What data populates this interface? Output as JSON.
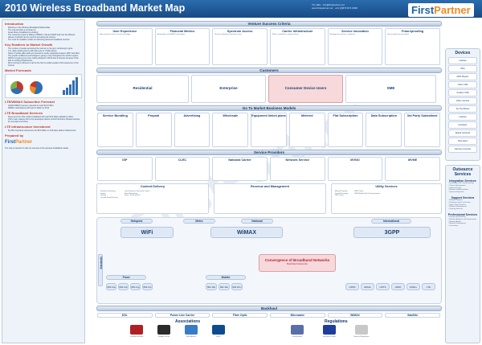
{
  "header": {
    "title": "2010 Wireless Broadband Market Map",
    "contact_name": "Tim Ellis",
    "contact_email": "info@firstpartner.net",
    "contact_web": "www.firstpartner.net",
    "contact_phone": "+44 (0)870 874 0938",
    "logo_first": "First",
    "logo_partner": "Partner"
  },
  "left_panel": {
    "sections": [
      {
        "title": "Introduction",
        "lines": [
          "Welcome to the Wireless Broadband Market Map",
          "The map provides a summary of:",
          "Areas where broadband is evolving",
          "The component parts of different WiMAX, LTE and 3GPP and how the different delivery methods can be used for accessing the internet",
          "The need for scalable models for delivering wireless broadband services"
        ]
      },
      {
        "title": "Key Enablers to Market Growth",
        "lines": [
          "The number of people accessing the internet on the go is continuing to grow",
          "U.S. data market grew by 40% last year to 7 billion Euros",
          "Sales of mobile data cards are forecast to nearly quadruple between 2007 and 2011",
          "The growth of different technologies is going to vary throughout the world's regions",
          "Whilst it is going to be more widely adopted in Africa than in Europe because of the lack of existing infrastructure",
          "Wi-Fi coming to Africa as it will be the first to enable people's first experience of the internet"
        ]
      },
      {
        "title": "Market Forecasts",
        "lines": []
      },
      {
        "title": "LTE/WiMAX Subscriber Forecast",
        "lines": [
          "Global WiMAX revenue expected to reach $1.6 billion",
          "WiMAX subscriptions will reach 2 billion by 2014"
        ]
      },
      {
        "title": "LTE Broadband Services",
        "lines": [
          "Revenues from LTE mobile broadband will reach $70 billion globally by 2014",
          "LTE's main markets will be the developed nations of North America, Western Europe, the Far East and China"
        ]
      },
      {
        "title": "LTE Infrastructure Investment",
        "lines": [
          "By 2012 operators will spend over $8.6 billion on LTE base station infrastructure"
        ]
      }
    ],
    "prepared_by": "Prepared by",
    "disclaimer": "The map is intended to offer an overview of the wireless broadband market."
  },
  "centre": {
    "venture_title": "Venture Success Criteria",
    "venture_cards": [
      {
        "title": "User Experience",
        "body": "How customers want to use the technology"
      },
      {
        "title": "Financial Metrics",
        "body": "Assumptions about ARPU and margins"
      },
      {
        "title": "Spectrum Access",
        "body": "Spectrum allocation and licence costs"
      },
      {
        "title": "Carrier Infrastructure",
        "body": "What is needed for a network roll-out"
      },
      {
        "title": "Service Innovation",
        "body": "Bringing new services to customers"
      },
      {
        "title": "Futureproofing",
        "body": "How to protect the investment"
      }
    ],
    "customers_title": "Customers",
    "customer_cards": [
      {
        "title": "Residential"
      },
      {
        "title": "Enterprise"
      },
      {
        "title": "Consumer Device Users"
      },
      {
        "title": "SME"
      }
    ],
    "gtm_title": "Go To Market Business Models",
    "gtm_cards": [
      {
        "title": "Service Bundling"
      },
      {
        "title": "Prepaid"
      },
      {
        "title": "Advertising"
      },
      {
        "title": "Wholesale"
      },
      {
        "title": "Equipment linked plans"
      },
      {
        "title": "Metered"
      },
      {
        "title": "Flat Subscription"
      },
      {
        "title": "Data Subscription"
      },
      {
        "title": "3rd Party Subsidised"
      }
    ],
    "sp_title": "Service Providers",
    "sp_cards": [
      {
        "title": "ISP"
      },
      {
        "title": "CLEC"
      },
      {
        "title": "National Carrier"
      },
      {
        "title": "Network Service"
      },
      {
        "title": "MVNO"
      },
      {
        "title": "MVNE"
      }
    ],
    "content_title": "Content Delivery",
    "content_items": [
      "Broadcast Streaming",
      "Images",
      "Gaming",
      "Location Based Services"
    ],
    "content_items2": [
      "User Enterprise Generated Content",
      "Social Networking",
      "Music / Entertainment"
    ],
    "revenue_title": "Revenue and Management",
    "utility_title": "Utility Services",
    "utility_items": [
      "Billing & Payment",
      "Instant Messaging",
      "SMS Centre"
    ],
    "utility_items2": [
      "MMS Centre",
      "SMS Mobile Email Communications"
    ],
    "tech_labels": [
      "Hotspots",
      "Metro",
      "National",
      "International"
    ],
    "wifi_label": "WiFi",
    "wimax_label": "WiMAX",
    "threegpp_label": "3GPP",
    "convergence_title": "Convergence of Broadband Networks",
    "convergence_body": "Backhaul Networks",
    "standards_label": "Standards",
    "fixed_label": "Fixed",
    "mobile_label": "Mobile",
    "fixed_std": [
      "802.11a",
      "802.11b",
      "802.11g",
      "802.11n"
    ],
    "mobile_std": [
      "802.16d",
      "802.16e",
      "802.16m"
    ],
    "gpp_std": [
      "GPRS",
      "EDGE",
      "UMTS",
      "HSPA",
      "HSPA+",
      "LTE"
    ],
    "backhaul_title": "Backhaul",
    "backhaul_cards": [
      {
        "title": "DSL"
      },
      {
        "title": "Power Line Carrier"
      },
      {
        "title": "Fibre Optic"
      },
      {
        "title": "Microwave"
      },
      {
        "title": "WiMAX"
      },
      {
        "title": "Satellite"
      }
    ],
    "watermark": "FirstPartner"
  },
  "right_panel": {
    "devices_title": "Devices",
    "devices": [
      "Laptops",
      "PDA",
      "MP3 Players",
      "Video CPE",
      "Outdoor CPE",
      "Video Camera",
      "Set Top Boxes",
      "Laptops",
      "Handsets",
      "Digital Cameras",
      "Telematics",
      "Gaming Consoles"
    ],
    "outsource_title": "Outsource Services",
    "outsource_sections": [
      {
        "title": "Integration Services",
        "items": [
          "Installation and Commissioning",
          "Project Management",
          "System Design",
          "Network Implementation",
          "System Integration"
        ]
      },
      {
        "title": "Support Services",
        "items": [
          "Network Support",
          "Hardware repair and return",
          "Spare Parts Services",
          "Network Management",
          "Training Services"
        ]
      },
      {
        "title": "Professional Services",
        "items": [
          "Design and Planning",
          "Network Analysis and Optimisation",
          "Network Audits",
          "Network Deployment",
          "Consulting"
        ]
      }
    ]
  },
  "footer": {
    "associations_title": "Associations",
    "associations": [
      "GSM Association",
      "WiMAX Forum",
      "WiFi Alliance",
      "3GPP"
    ],
    "regulations_title": "Regulations",
    "regulations": [
      "International",
      "European Union",
      "National Regulators"
    ]
  },
  "colors": {
    "header": "#1d55a0",
    "accent": "#f08a23",
    "panel": "#eef3f9",
    "pink": "#f7d9dc"
  }
}
